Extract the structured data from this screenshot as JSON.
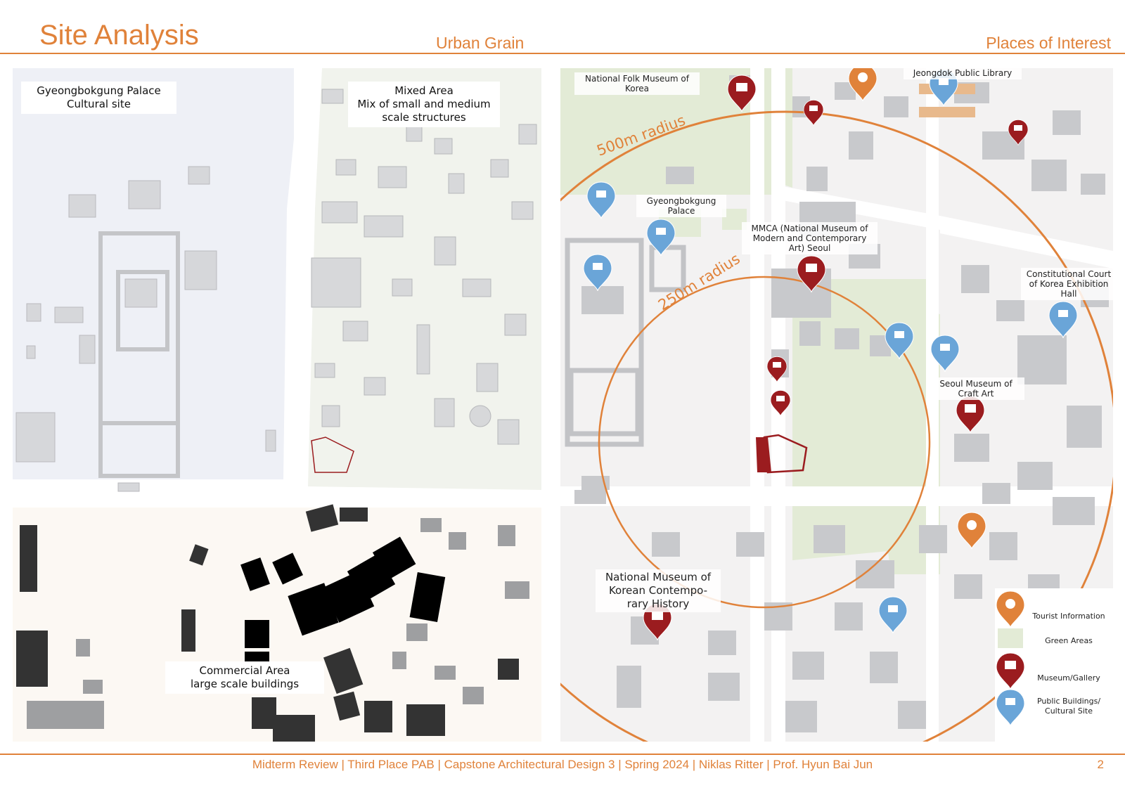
{
  "header": {
    "title": "Site Analysis",
    "section_left": "Urban Grain",
    "section_right": "Places of Interest"
  },
  "urban_grain": {
    "palace_label_line1": "Gyeongbokgung Palace",
    "palace_label_line2": "Cultural site",
    "mixed_label_line1": "Mixed Area",
    "mixed_label_line2": "Mix of small and medium",
    "mixed_label_line3": "scale structures",
    "commercial_label_line1": "Commercial Area",
    "commercial_label_line2": "large scale buildings"
  },
  "places_of_interest": {
    "radius_500": "500m radius",
    "radius_250": "250m radius",
    "labels": {
      "folk_museum": "National Folk Museum of Korea",
      "jeongdok": "Jeongdok Public Library",
      "gyeongbokgung": "Gyeongbokgung Palace",
      "mmca": "MMCA (National Museum of Modern and Contemporary Art) Seoul",
      "constitutional": "Constitutional Court of Korea Exhibition Hall",
      "craft_art": "Seoul Museum of Craft Art",
      "contemporary_history": "National Museum of Korean Contempo-rary History"
    },
    "legend": {
      "tourist": "Tourist Information",
      "green": "Green Areas",
      "museum": "Museum/Gallery",
      "public": "Public Buildings/ Cultural Site"
    }
  },
  "colors": {
    "accent": "#e0823a",
    "museum": "#9b1c1f",
    "public": "#6aa5d8",
    "tourist": "#e0823a",
    "green": "#e3ebd6"
  },
  "footer": {
    "text": "Midterm Review | Third Place PAB | Capstone Architectural Design 3 | Spring 2024 | Niklas Ritter | Prof. Hyun Bai Jun",
    "page": "2"
  }
}
